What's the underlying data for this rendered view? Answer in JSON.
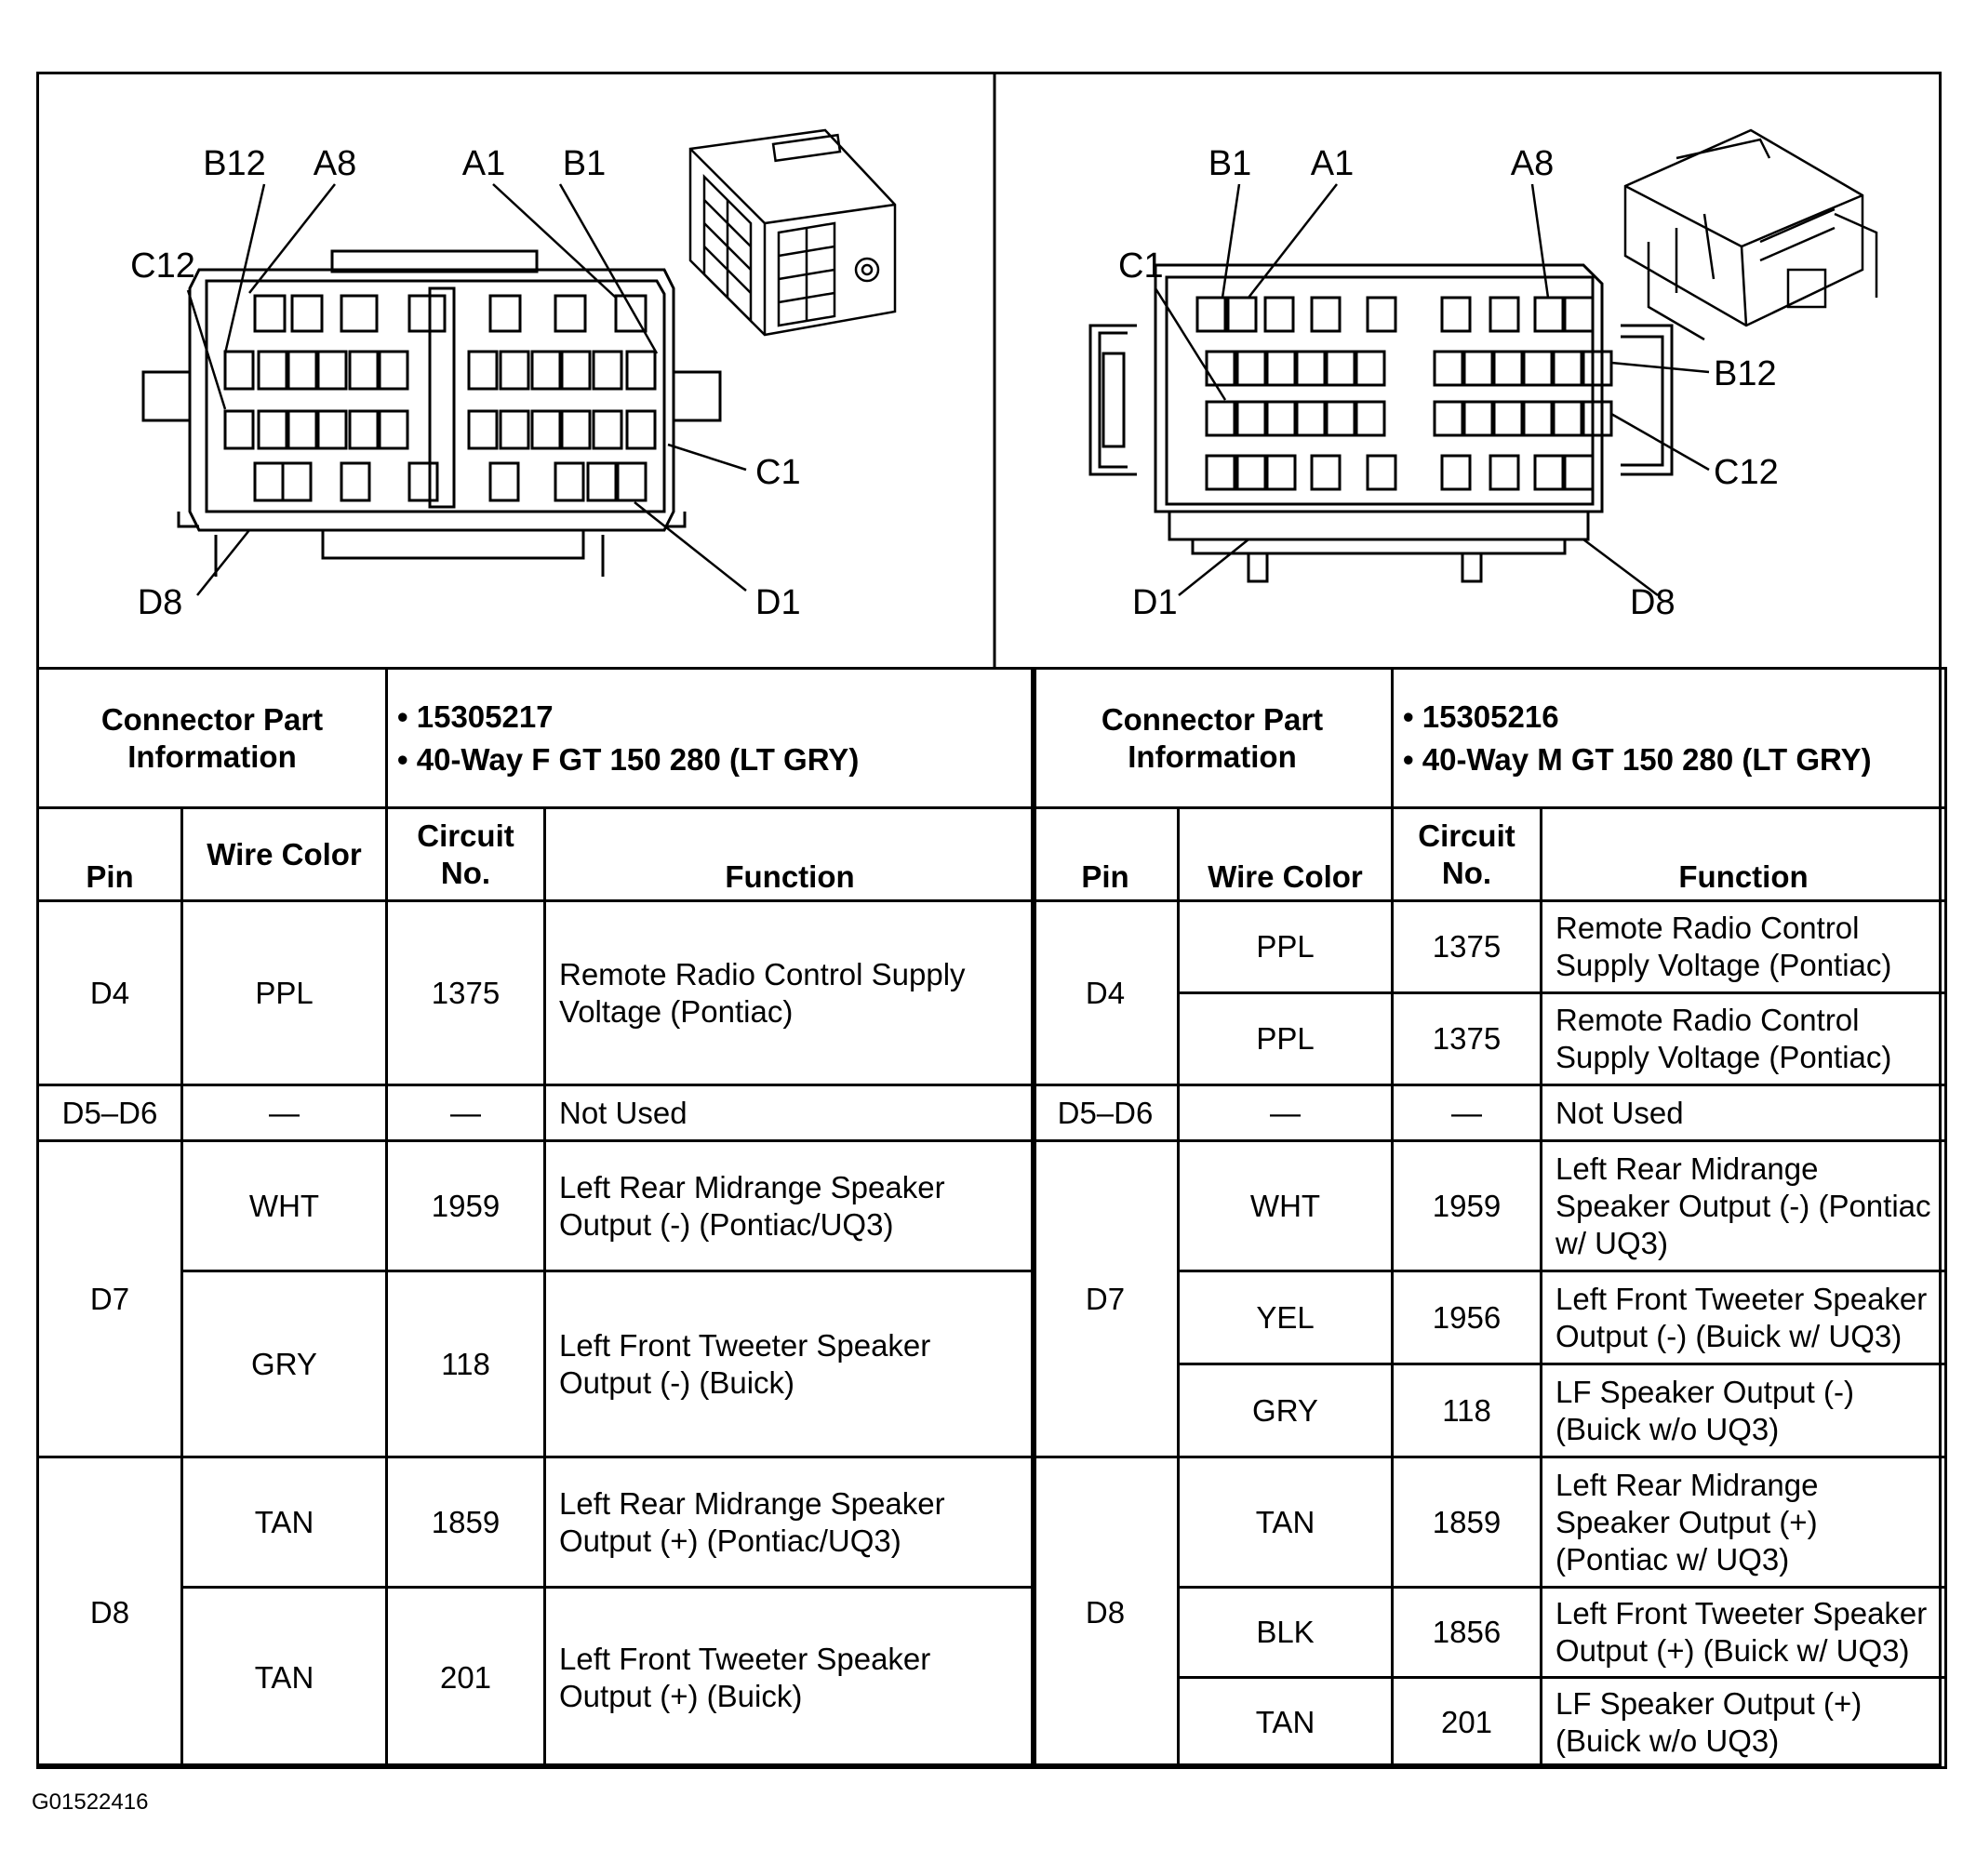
{
  "figure_id": "G01522416",
  "left_connector": {
    "pin_labels": [
      "B12",
      "A8",
      "A1",
      "B1",
      "C12",
      "C1",
      "D8",
      "D1"
    ],
    "part_info_label": "Connector Part Information",
    "part_numbers": [
      "15305217",
      "40-Way F GT 150 280 (LT GRY)"
    ],
    "headers": {
      "pin": "Pin",
      "wire_color": "Wire Color",
      "circuit": "Circuit No.",
      "function": "Function"
    },
    "rows": [
      {
        "pin": "D4",
        "wire": "PPL",
        "circuit": "1375",
        "function": "Remote Radio Control Supply Voltage (Pontiac)"
      },
      {
        "pin": "D5–D6",
        "wire": "—",
        "circuit": "—",
        "function": "Not Used"
      },
      {
        "pin": "D7",
        "wire": "WHT",
        "circuit": "1959",
        "function": "Left Rear Midrange Speaker Output (-) (Pontiac/UQ3)"
      },
      {
        "pin": "",
        "wire": "GRY",
        "circuit": "118",
        "function": "Left Front Tweeter Speaker Output (-) (Buick)"
      },
      {
        "pin": "D8",
        "wire": "TAN",
        "circuit": "1859",
        "function": "Left Rear Midrange Speaker Output (+) (Pontiac/UQ3)"
      },
      {
        "pin": "",
        "wire": "TAN",
        "circuit": "201",
        "function": "Left Front Tweeter Speaker Output (+) (Buick)"
      }
    ]
  },
  "right_connector": {
    "pin_labels": [
      "B1",
      "A1",
      "A8",
      "C1",
      "B12",
      "C12",
      "D1",
      "D8"
    ],
    "part_info_label": "Connector Part Information",
    "part_numbers": [
      "15305216",
      "40-Way M GT 150 280 (LT GRY)"
    ],
    "headers": {
      "pin": "Pin",
      "wire_color": "Wire Color",
      "circuit": "Circuit No.",
      "function": "Function"
    },
    "rows": [
      {
        "pin": "D4",
        "wire": "PPL",
        "circuit": "1375",
        "function": "Remote Radio Control Supply Voltage (Pontiac)"
      },
      {
        "pin": "",
        "wire": "PPL",
        "circuit": "1375",
        "function": "Remote Radio Control Supply Voltage (Pontiac)"
      },
      {
        "pin": "D5–D6",
        "wire": "—",
        "circuit": "—",
        "function": "Not Used"
      },
      {
        "pin": "D7",
        "wire": "WHT",
        "circuit": "1959",
        "function": "Left Rear Midrange Speaker Output (-) (Pontiac w/ UQ3)"
      },
      {
        "pin": "",
        "wire": "YEL",
        "circuit": "1956",
        "function": "Left Front Tweeter Speaker Output (-) (Buick w/ UQ3)"
      },
      {
        "pin": "",
        "wire": "GRY",
        "circuit": "118",
        "function": "LF Speaker Output (-) (Buick w/o UQ3)"
      },
      {
        "pin": "D8",
        "wire": "TAN",
        "circuit": "1859",
        "function": "Left Rear Midrange Speaker Output (+) (Pontiac w/ UQ3)"
      },
      {
        "pin": "",
        "wire": "BLK",
        "circuit": "1856",
        "function": "Left Front Tweeter Speaker Output (+) (Buick w/ UQ3)"
      },
      {
        "pin": "",
        "wire": "TAN",
        "circuit": "201",
        "function": "LF Speaker Output (+) (Buick w/o UQ3)"
      }
    ]
  }
}
